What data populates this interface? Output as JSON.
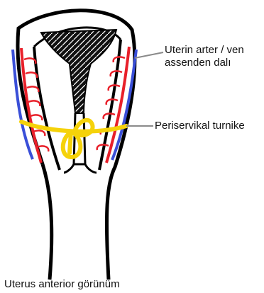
{
  "labels": {
    "artery_line1": "Uterin arter / ven",
    "artery_line2": "assenden dalı",
    "tourniquet": "Periservikal turnike",
    "caption": "Uterus anterior görünüm"
  },
  "colors": {
    "outline": "#000000",
    "artery": "#e8202a",
    "vein": "#3a4fd8",
    "tourniquet": "#f5d20a",
    "leader": "#8a8a8a"
  }
}
